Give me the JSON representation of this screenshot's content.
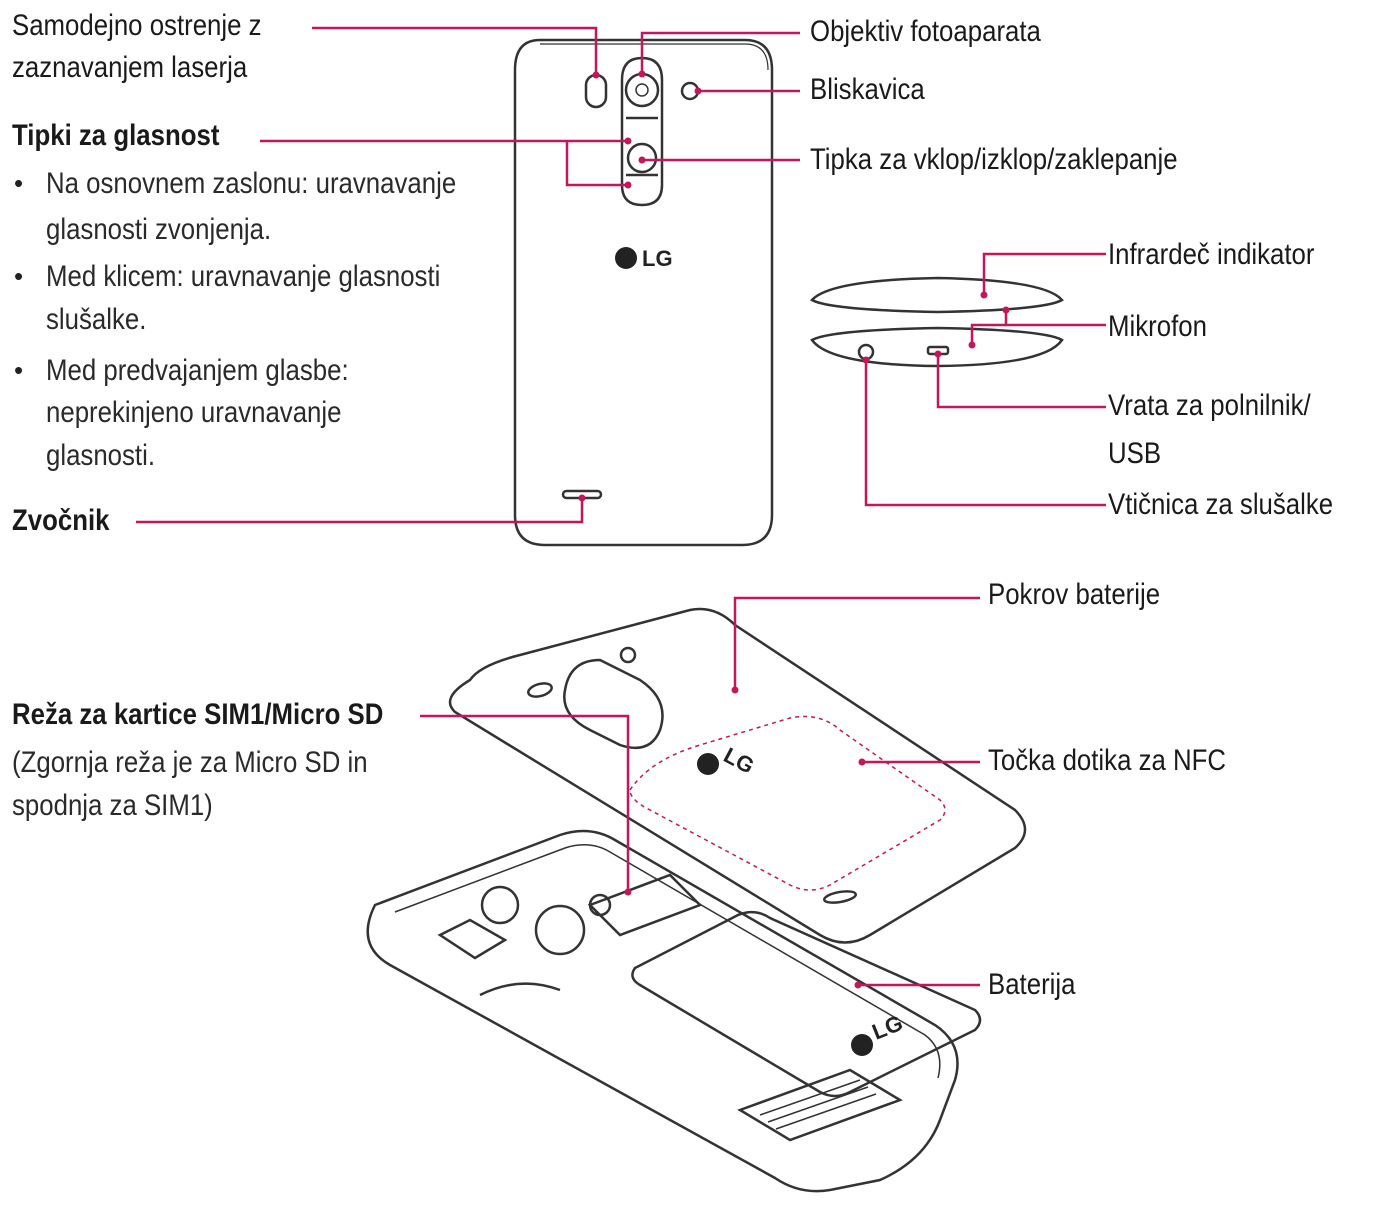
{
  "labels": {
    "laser_af_1": "Samodejno ostrenje z",
    "laser_af_2": "zaznavanjem laserja",
    "volume_keys": "Tipki za glasnost",
    "volume_b1_1": "Na osnovnem zaslonu: uravnavanje",
    "volume_b1_2": "glasnosti zvonjenja.",
    "volume_b2_1": "Med klicem: uravnavanje glasnosti",
    "volume_b2_2": "slušalke.",
    "volume_b3_1": "Med predvajanjem glasbe:",
    "volume_b3_2": "neprekinjeno uravnavanje",
    "volume_b3_3": "glasnosti.",
    "speaker": "Zvočnik",
    "camera_lens": "Objektiv fotoaparata",
    "flash": "Bliskavica",
    "power_key": "Tipka za vklop/izklop/zaklepanje",
    "ir_led": "Infrardeč indikator",
    "microphone": "Mikrofon",
    "charger_port_1": "Vrata za polnilnik/",
    "charger_port_2": "USB",
    "headset_jack": "Vtičnica za slušalke",
    "battery_cover": "Pokrov baterije",
    "sim_slot": "Reža za kartice SIM1/Micro SD",
    "sim_note_1": "(Zgornja reža je za Micro SD in",
    "sim_note_2": "spodnja za SIM1)",
    "nfc": "Točka dotika za NFC",
    "battery": "Baterija"
  },
  "bullet_symbol": "•",
  "brand_logo": "LG",
  "colors": {
    "leader": "#c2185b",
    "outline": "#333333",
    "text": "#1a1a1a"
  }
}
